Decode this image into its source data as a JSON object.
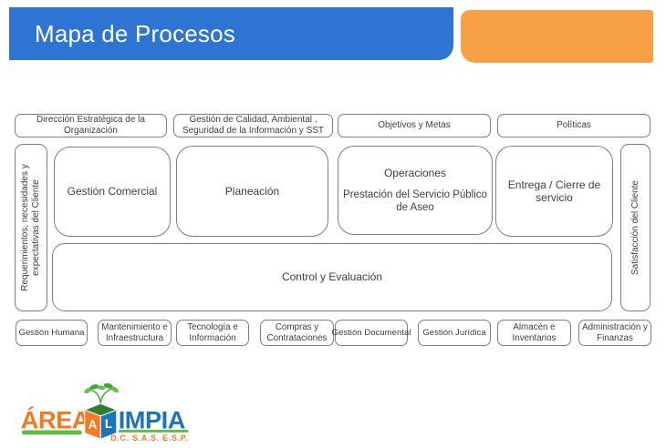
{
  "header": {
    "title": "Mapa de Procesos"
  },
  "colors": {
    "header_blue": "#2E74D3",
    "header_orange": "#F8A044",
    "box_border_gray": "#7F7F7F",
    "box_text_gray": "#404040",
    "logo_orange": "#F47B20",
    "logo_blue": "#1C75BC",
    "logo_green": "#62BB46"
  },
  "diagram": {
    "top_row": [
      "Dirección Estratégica de la Organización",
      "Gestión de Calidad, Ambiental , Seguridad de la Información y SST",
      "Objetivos y Metas",
      "Políticas"
    ],
    "input_side": "Requerimientos, necesidades y expectativas del Cliente",
    "output_side": "Satisfacción del Cliente",
    "core_row": {
      "commercial": "Gestión Comercial",
      "planning": "Planeación",
      "operations_title": "Operaciones",
      "operations_subtitle": "Prestación del Servicio Público de Aseo",
      "delivery": "Entrega / Cierre de servicio"
    },
    "control": "Control y Evaluación",
    "bottom_row": [
      "Gestión Humana",
      "Mantenimiento e Infraestructura",
      "Tecnología e Información",
      "Compras y Contrataciones",
      "Gestión Documental",
      "Gestión Jurídica",
      "Almacén e Inventarios",
      "Administración y Finanzas"
    ]
  },
  "logo": {
    "word_area": "ÁREA",
    "cube_letter_a": "A",
    "cube_letter_l": "L",
    "word_limpia": "IMPIA",
    "subtitle": "D.C. S.A.S. E.S.P."
  }
}
